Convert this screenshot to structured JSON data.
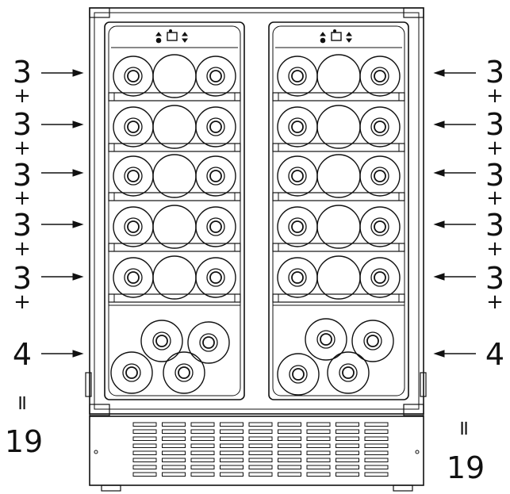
{
  "left_labels": [
    "3",
    "+",
    "3",
    "+",
    "3",
    "+",
    "3",
    "+",
    "3",
    "+",
    "4",
    "=",
    "19"
  ],
  "right_labels": [
    "3",
    "+",
    "3",
    "+",
    "3",
    "+",
    "3",
    "+",
    "3",
    "+",
    "4",
    "=",
    "19"
  ],
  "doors": [
    {
      "id": "left",
      "shelf_rows": 5,
      "bottles_per_row": 3,
      "bottom_bottles": 4
    },
    {
      "id": "right",
      "shelf_rows": 5,
      "bottles_per_row": 3,
      "bottom_bottles": 4
    }
  ],
  "colors": {
    "line": "#111111",
    "background": "#ffffff"
  }
}
